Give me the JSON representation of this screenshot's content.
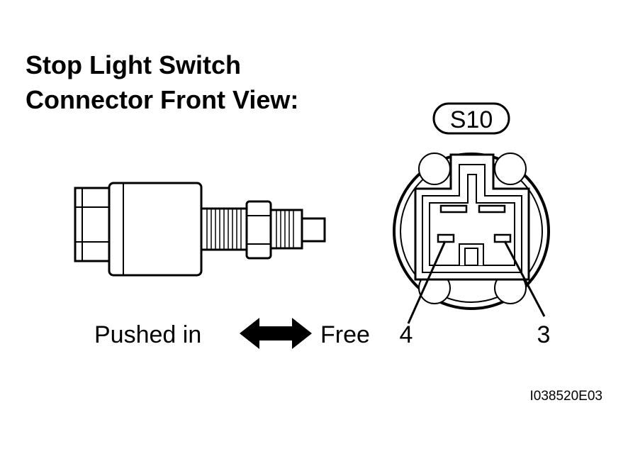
{
  "title": {
    "line1": "Stop Light Switch",
    "line2": "Connector Front View:"
  },
  "connector_id": "S10",
  "switch_states": {
    "left": "Pushed in",
    "right": "Free"
  },
  "pins": {
    "left": "4",
    "right": "3"
  },
  "figure_code": "I038520E03"
}
